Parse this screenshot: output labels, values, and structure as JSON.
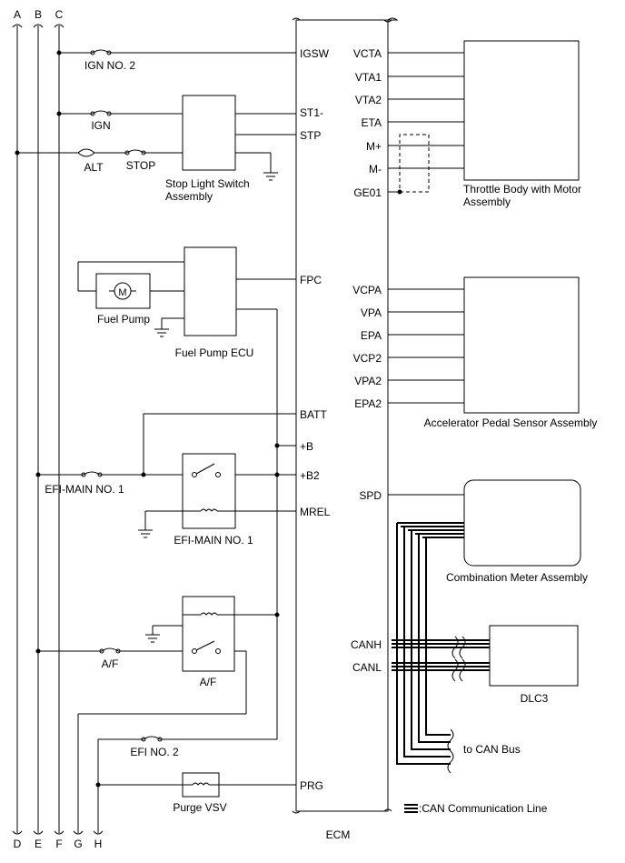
{
  "buses": {
    "top": [
      "A",
      "B",
      "C"
    ],
    "bottom": [
      "D",
      "E",
      "F",
      "G",
      "H"
    ]
  },
  "ecm": {
    "name": "ECM",
    "left_pins": [
      "IGSW",
      "ST1-",
      "STP",
      "FPC",
      "BATT",
      "+B",
      "+B2",
      "MREL",
      "PRG"
    ],
    "right_pins": [
      "VCTA",
      "VTA1",
      "VTA2",
      "ETA",
      "M+",
      "M-",
      "GE01",
      "VCPA",
      "VPA",
      "EPA",
      "VCP2",
      "VPA2",
      "EPA2",
      "SPD",
      "CANH",
      "CANL"
    ]
  },
  "fuses": {
    "ign_no2": "IGN NO. 2",
    "ign": "IGN",
    "alt": "ALT",
    "stop": "STOP",
    "efi_main_no1": "EFI-MAIN NO. 1",
    "af": "A/F",
    "efi_no2": "EFI NO. 2"
  },
  "components": {
    "stop_light_switch": [
      "Stop Light Switch",
      "Assembly"
    ],
    "fuel_pump": "Fuel Pump",
    "fuel_pump_motor": "M",
    "fuel_pump_ecu": "Fuel Pump ECU",
    "efi_main_relay": "EFI-MAIN NO. 1",
    "af_relay": "A/F",
    "purge_vsv": "Purge VSV",
    "throttle_body": [
      "Throttle Body with Motor",
      "Assembly"
    ],
    "accel_pedal": "Accelerator Pedal Sensor Assembly",
    "combination_meter": "Combination Meter Assembly",
    "dlc3": "DLC3",
    "can_bus": "to CAN Bus"
  },
  "legend": ":CAN Communication Line",
  "colors": {
    "line": "#000000",
    "background": "#ffffff"
  }
}
